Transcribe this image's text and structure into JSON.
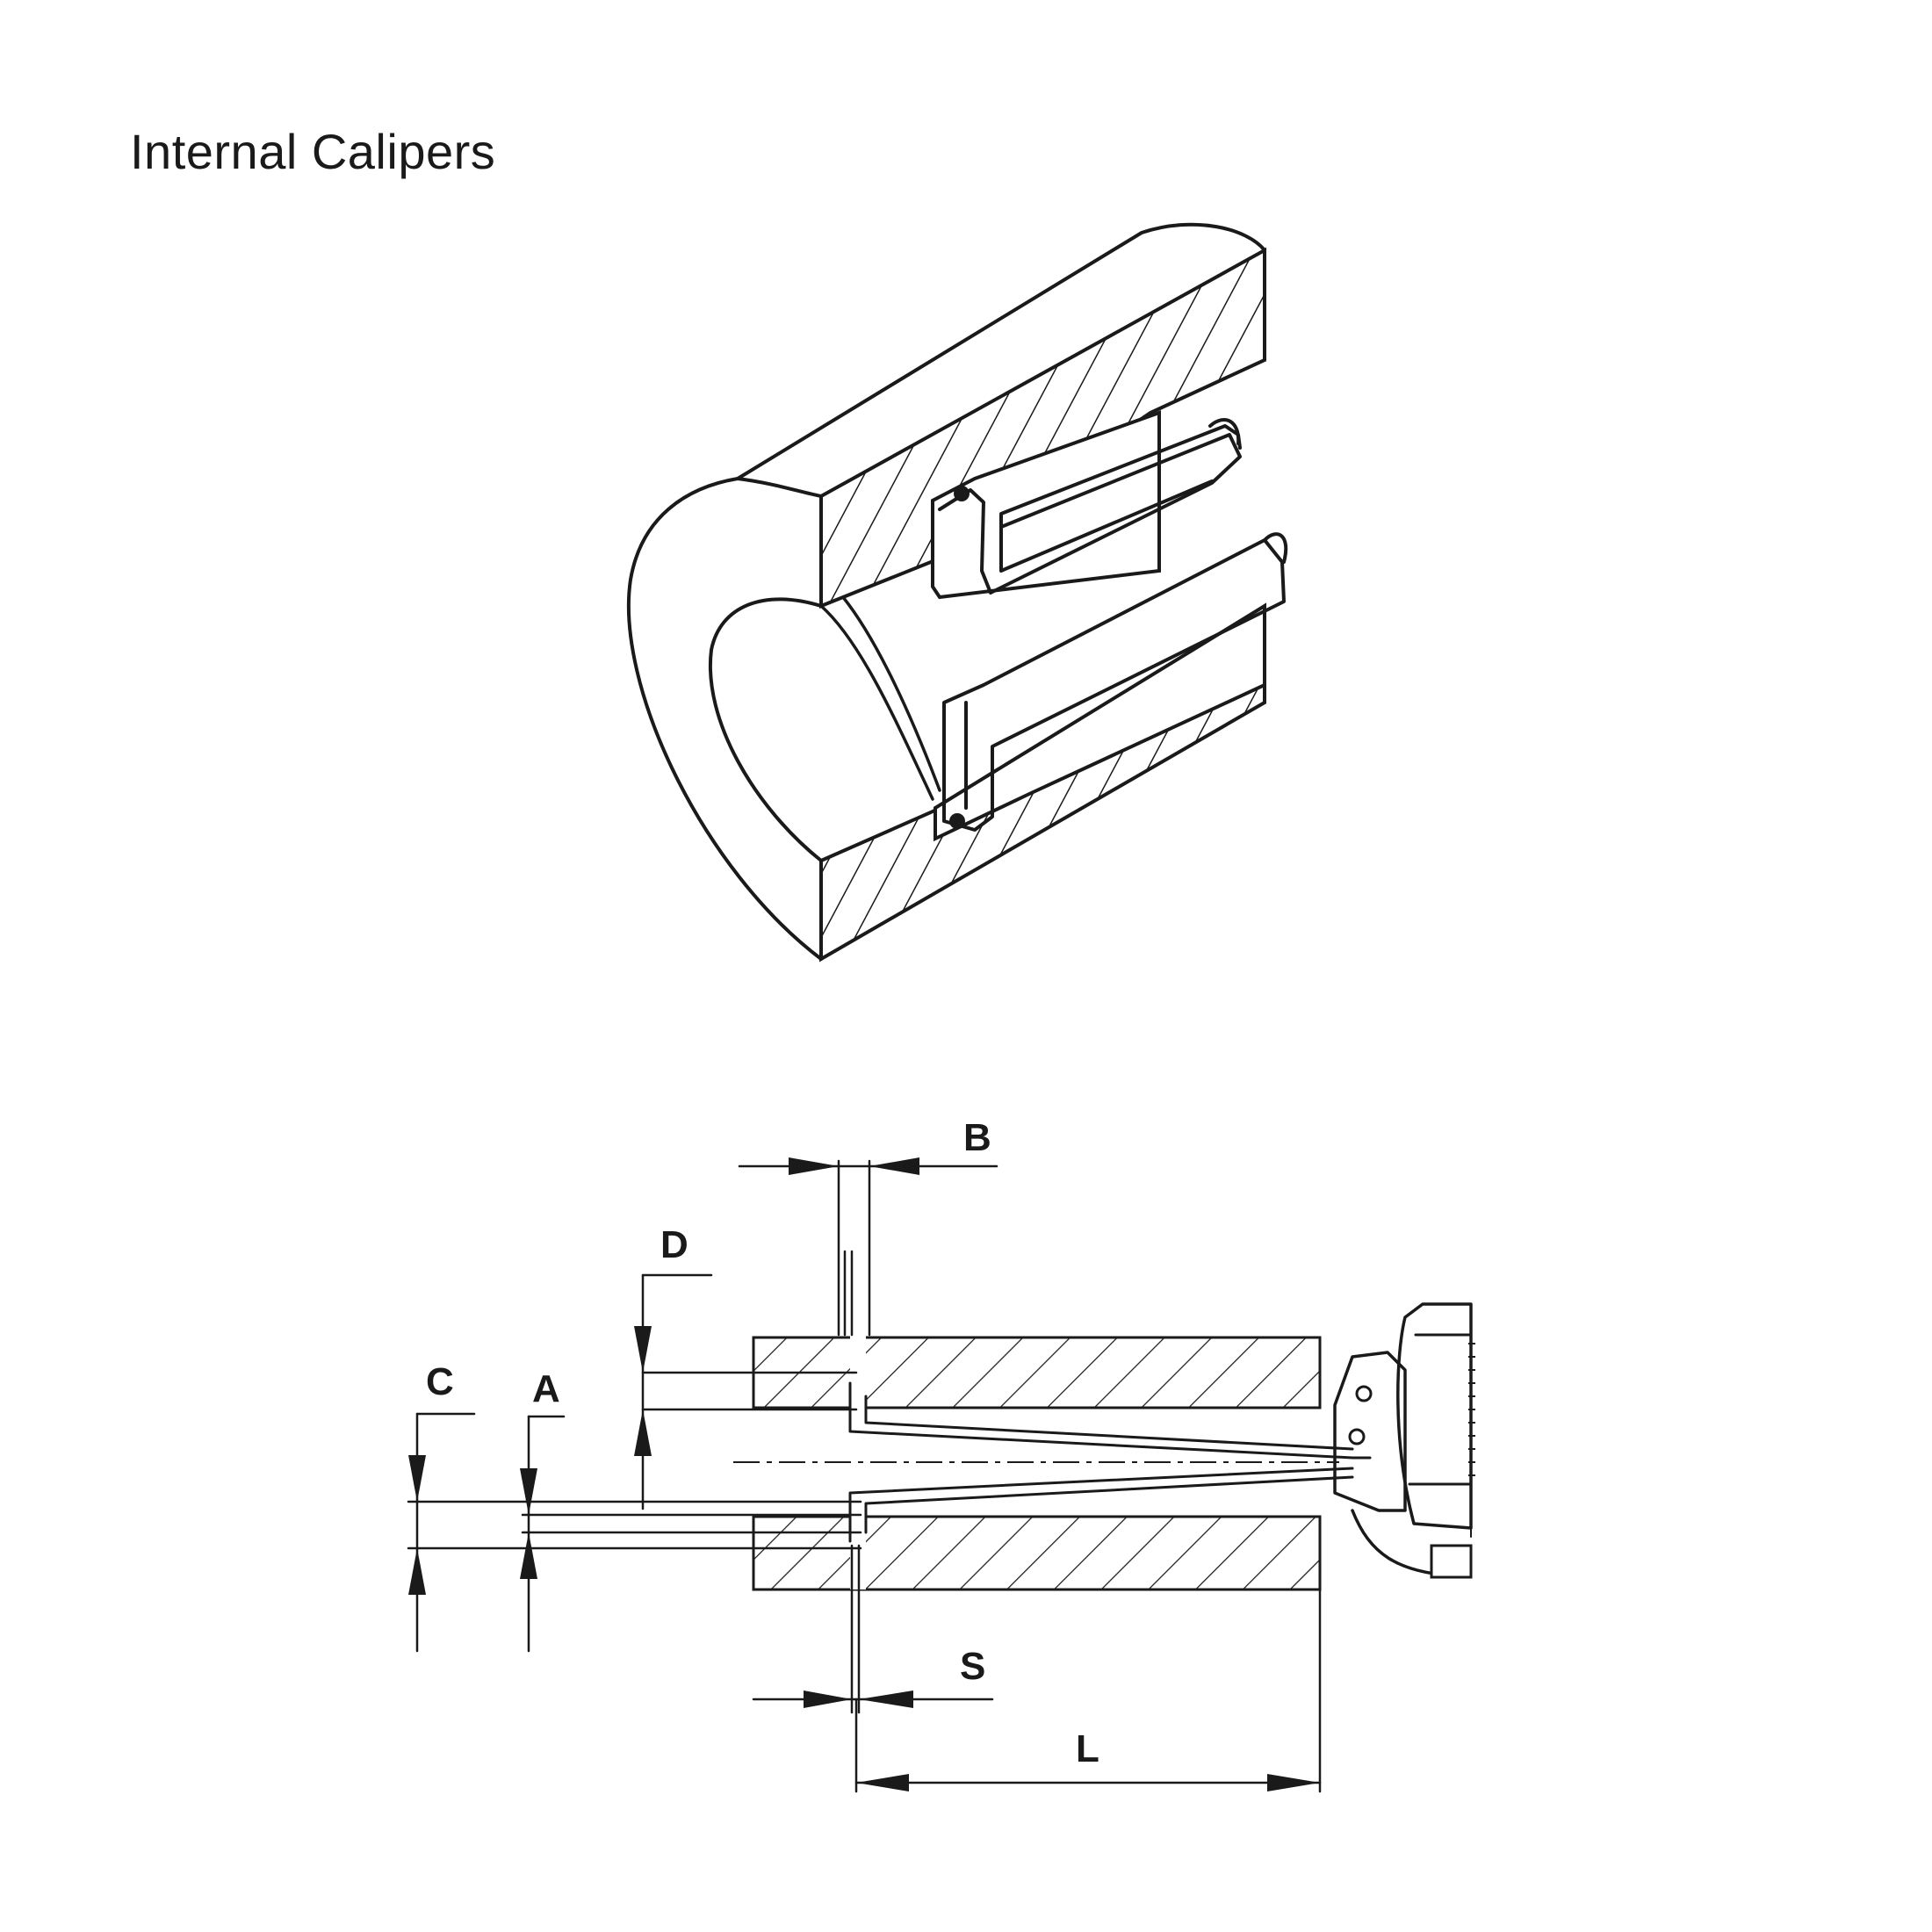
{
  "title": "Internal Calipers",
  "labels": {
    "b": "B",
    "d": "D",
    "c": "C",
    "a": "A",
    "s": "S",
    "l": "L"
  },
  "colors": {
    "ink": "#1a1a1a",
    "background": "#ffffff"
  }
}
